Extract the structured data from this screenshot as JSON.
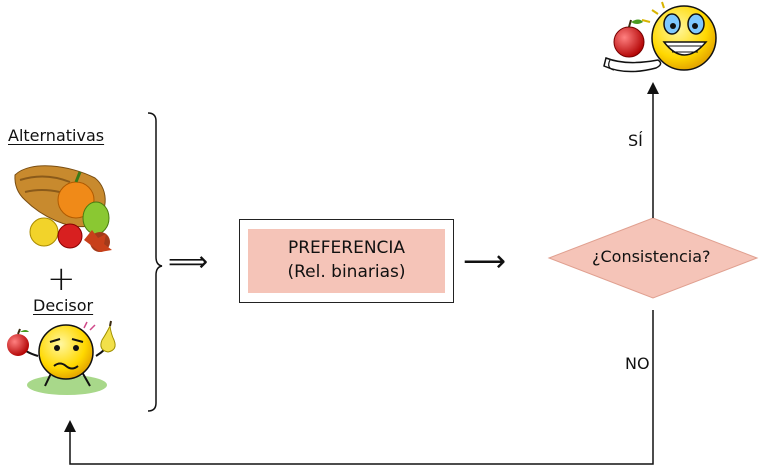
{
  "alternatives": {
    "label": "Alternativas"
  },
  "plus": {
    "symbol": "+"
  },
  "decision_maker": {
    "label": "Decisor"
  },
  "implies": {
    "symbol": "⟹"
  },
  "preference_box": {
    "line1": "PREFERENCIA",
    "line2": "(Rel.  binarias)"
  },
  "arrow_right": {
    "symbol": "⟶"
  },
  "decision": {
    "label": "¿Consistencia?"
  },
  "yes_branch": {
    "label": "SÍ"
  },
  "no_branch": {
    "label": "NO"
  },
  "colors": {
    "box_fill": "#f5c4b8",
    "diamond_fill": "#f5c4b8",
    "line": "#111111",
    "smiley_yellow": "#ffd800",
    "apple_red": "#d81c1c"
  },
  "icons": [
    "cornucopia-icon",
    "thinking-smiley-icon",
    "happy-smiley-icon",
    "apple-icon",
    "pear-icon"
  ]
}
